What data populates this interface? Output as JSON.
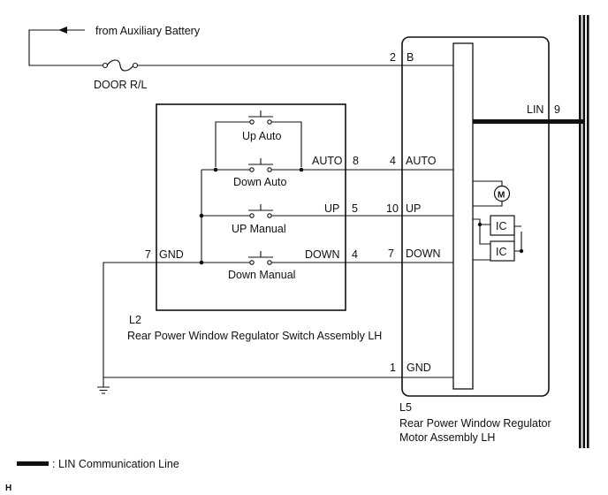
{
  "labels": {
    "from_aux": "from Auxiliary Battery",
    "fuse": "DOOR R/L",
    "sw_up_auto": "Up Auto",
    "sw_down_auto": "Down Auto",
    "sw_up_manual": "UP Manual",
    "sw_down_manual": "Down Manual",
    "l2_id": "L2",
    "l2_name": "Rear Power Window Regulator Switch Assembly LH",
    "l5_id": "L5",
    "l5_name_1": "Rear Power Window Regulator",
    "l5_name_2": "Motor Assembly LH",
    "legend": ": LIN Communication Line",
    "corner": "H",
    "motor": "M",
    "ic": "IC"
  },
  "switch_pins": {
    "auto": {
      "num": "8",
      "name": "AUTO"
    },
    "up": {
      "num": "5",
      "name": "UP"
    },
    "down": {
      "num": "4",
      "name": "DOWN"
    },
    "gnd": {
      "num": "7",
      "name": "GND"
    }
  },
  "motor_pins": {
    "b": {
      "num": "2",
      "name": "B"
    },
    "auto": {
      "num": "4",
      "name": "AUTO"
    },
    "up": {
      "num": "10",
      "name": "UP"
    },
    "down": {
      "num": "7",
      "name": "DOWN"
    },
    "gnd": {
      "num": "1",
      "name": "GND"
    },
    "lin": {
      "num": "9",
      "name": "LIN"
    }
  }
}
